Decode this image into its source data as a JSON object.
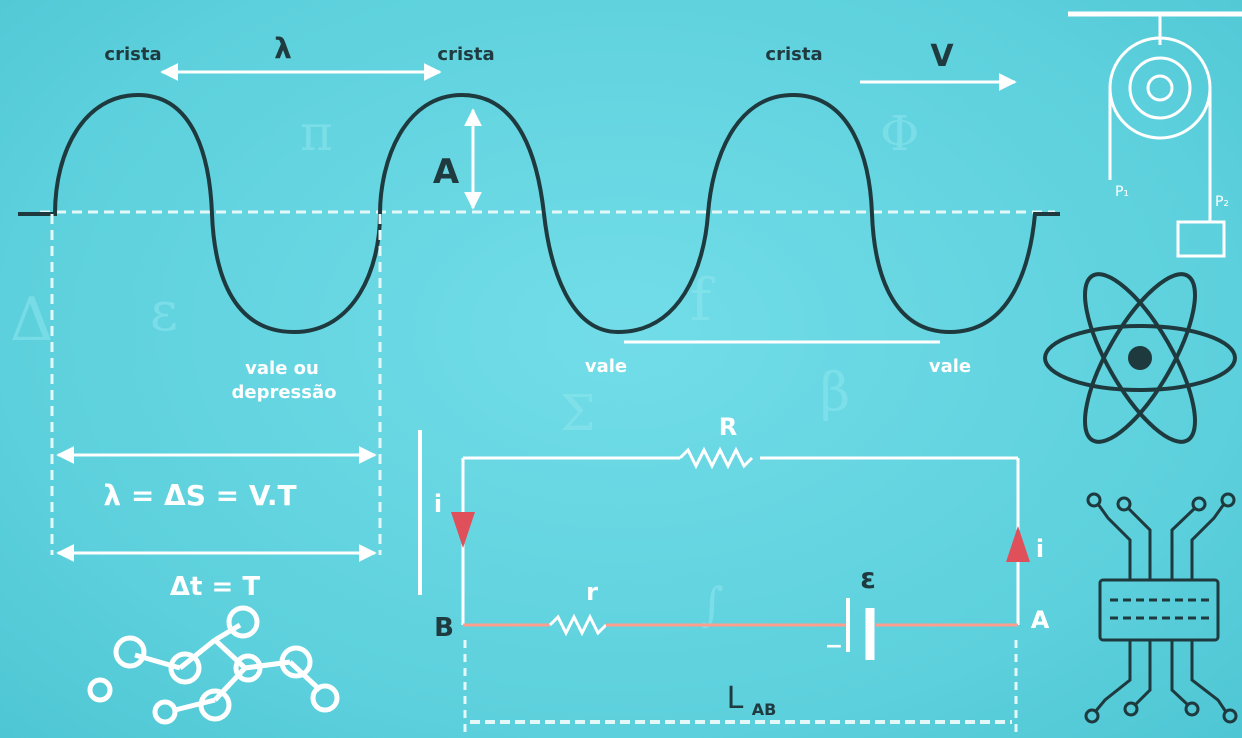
{
  "wave": {
    "crest_label": "crista",
    "trough_label": "vale",
    "trough_label_first_line1": "vale ou",
    "trough_label_first_line2": "depressão",
    "lambda_symbol": "λ",
    "amplitude_symbol": "A",
    "velocity_symbol": "V"
  },
  "formulas": {
    "wavelength": "λ = ΔS = V.T",
    "period": "Δt = T"
  },
  "circuit": {
    "resistor_top": "R",
    "resistor_bottom": "r",
    "emf": "ε",
    "current_left": "i",
    "current_right": "i",
    "node_b": "B",
    "node_a": "A",
    "distance": "L",
    "distance_sub": "AB",
    "minus": "−"
  },
  "pulley": {
    "weight_left": "P₁",
    "weight_right": "P₂"
  },
  "colors": {
    "background": "#5fd3df",
    "wave": "#1e3a3e",
    "guide": "#ffffff",
    "arrow_red": "#e0505a",
    "circuit_line": "#ff9e8e"
  }
}
